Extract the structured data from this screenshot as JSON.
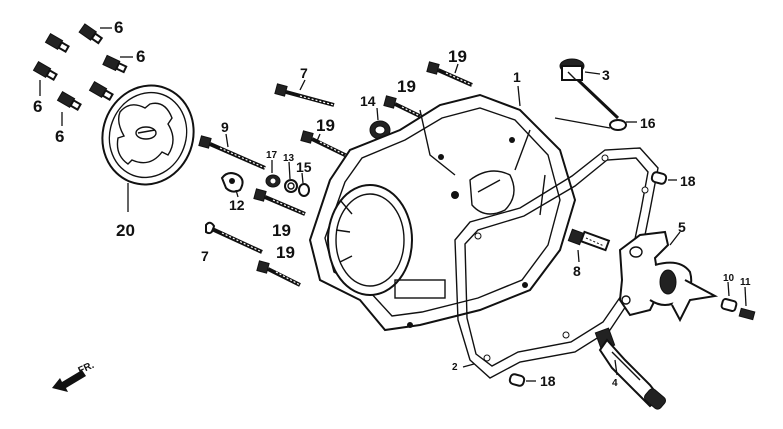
{
  "callouts": {
    "c1": "1",
    "c2": "2",
    "c3": "3",
    "c4": "4",
    "c5": "5",
    "c6a": "6",
    "c6b": "6",
    "c6c": "6",
    "c6d": "6",
    "c7a": "7",
    "c7b": "7",
    "c8": "8",
    "c9": "9",
    "c10": "10",
    "c11": "11",
    "c12": "12",
    "c13": "13",
    "c14": "14",
    "c15": "15",
    "c16": "16",
    "c17": "17",
    "c18a": "18",
    "c18b": "18",
    "c19a": "19",
    "c19b": "19",
    "c19c": "19",
    "c19d": "19",
    "c19e": "19",
    "c20": "20"
  },
  "direction": {
    "label": "FR."
  },
  "colors": {
    "ink": "#111111",
    "paper": "#ffffff"
  },
  "icons": {
    "direction_arrow": "arrow-left-down-icon"
  }
}
